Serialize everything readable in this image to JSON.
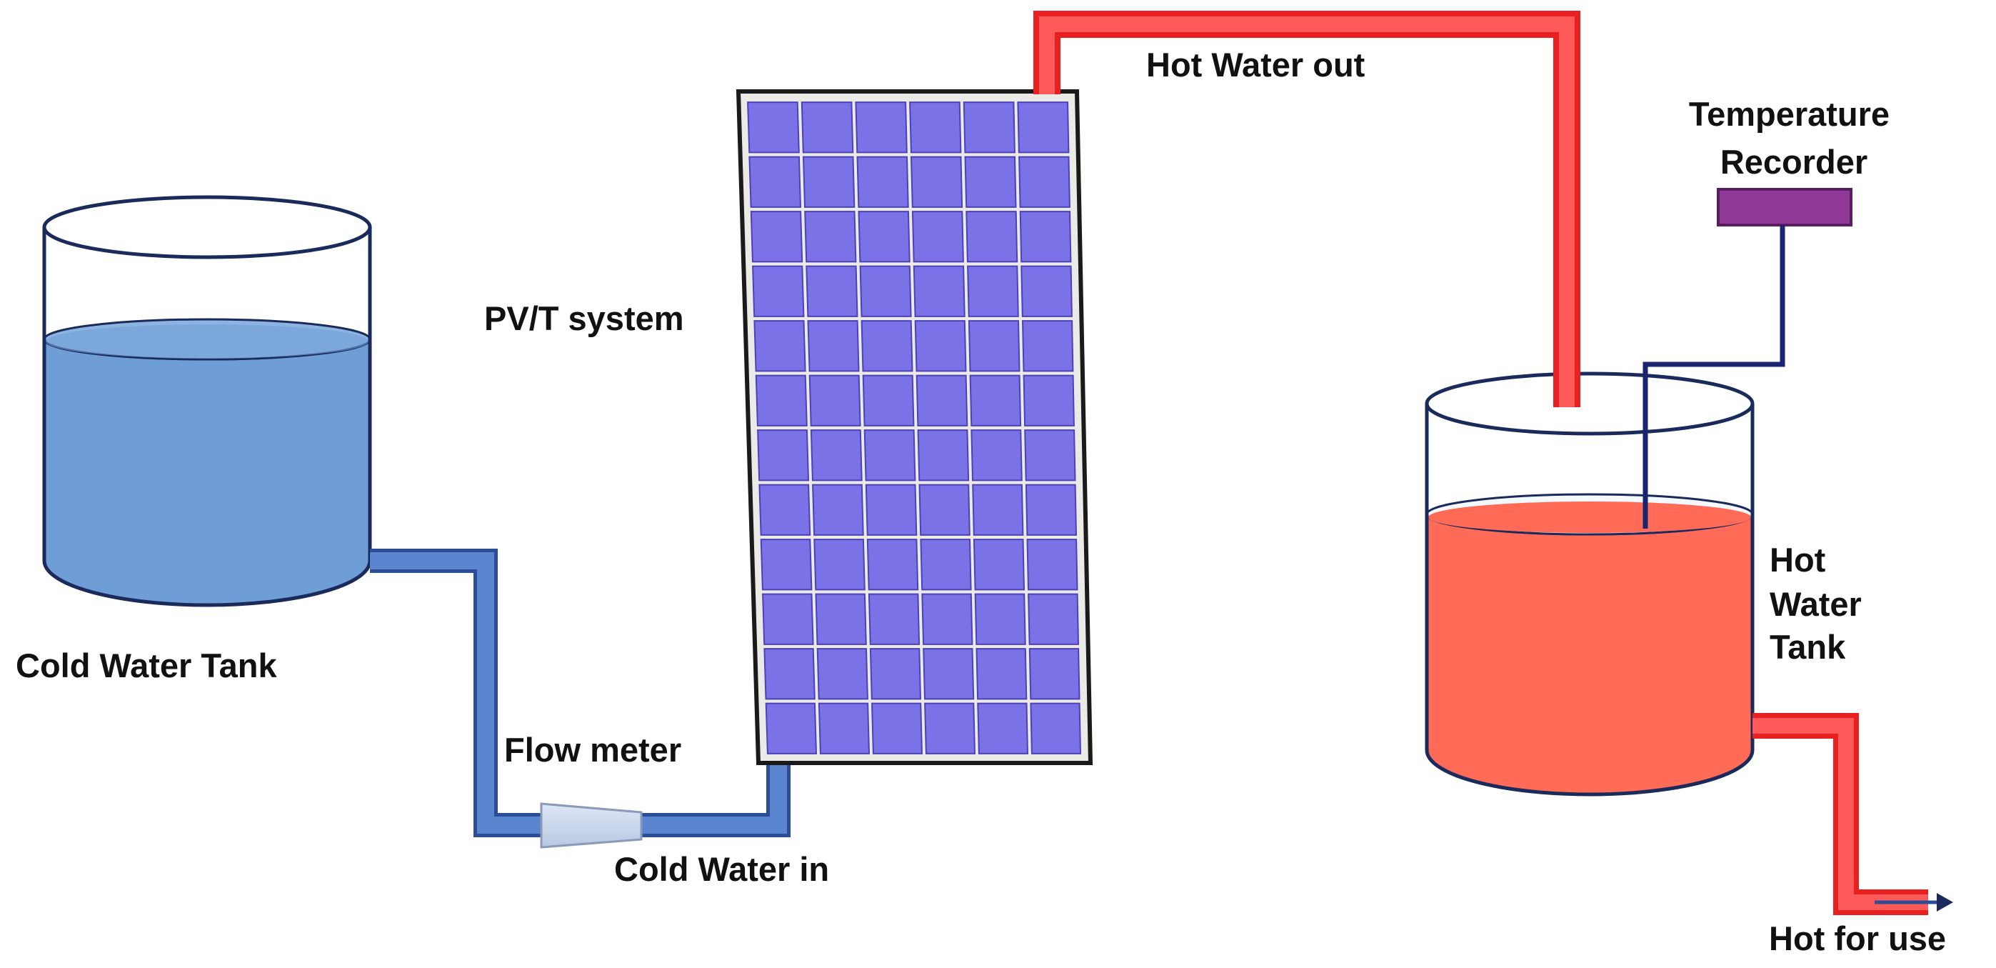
{
  "labels": {
    "cold_water_tank": "Cold Water Tank",
    "pvt_system": "PV/T system",
    "hot_water_out": "Hot Water out",
    "temperature_recorder": [
      "Temperature",
      "Recorder"
    ],
    "hot_water_tank": [
      "Hot",
      "Water",
      "Tank"
    ],
    "flow_meter": "Flow meter",
    "cold_water_in": "Cold Water in",
    "hot_for_use": "Hot for use"
  },
  "pv_panel": {
    "rows": 12,
    "cols": 6
  },
  "colors": {
    "cold_water": "#6F9ED6",
    "cold_pipe": "#4A74C0",
    "hot_water": "#FF6B57",
    "hot_pipe": "#FF3A3A",
    "pv_cell": "#7C72E8",
    "recorder": "#8E3A96",
    "outline": "#1A2A5A"
  }
}
